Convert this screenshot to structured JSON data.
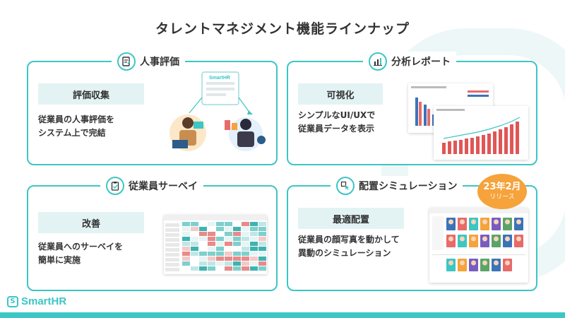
{
  "page_title": "タレントマネジメント機能ラインナップ",
  "brand": {
    "name": "SmartHR",
    "mark": "S",
    "accent": "#3cc6c4",
    "label_bg": "#e3f3f4",
    "badge_color": "#f5a33a"
  },
  "cards": [
    {
      "title": "人事評価",
      "icon": "evaluation-doc-icon",
      "label": "評価収集",
      "desc": [
        "従業員の人事評価を",
        "システム上で完結"
      ],
      "illus_logo": "SmartHR"
    },
    {
      "title": "分析レポート",
      "icon": "bar-chart-icon",
      "label": "可視化",
      "desc": [
        "シンプルなUI/UXで",
        "従業員データを表示"
      ]
    },
    {
      "title": "従業員サーベイ",
      "icon": "clipboard-check-icon",
      "label": "改善",
      "desc": [
        "従業員へのサーベイを",
        "簡単に実施"
      ]
    },
    {
      "title": "配置シミュレーション",
      "icon": "drag-hand-icon",
      "label": "最適配置",
      "desc": [
        "従業員の顔写真を動かして",
        "異動のシミュレーション"
      ]
    }
  ],
  "badge": {
    "line1": "23年2月",
    "line2": "リリース"
  }
}
